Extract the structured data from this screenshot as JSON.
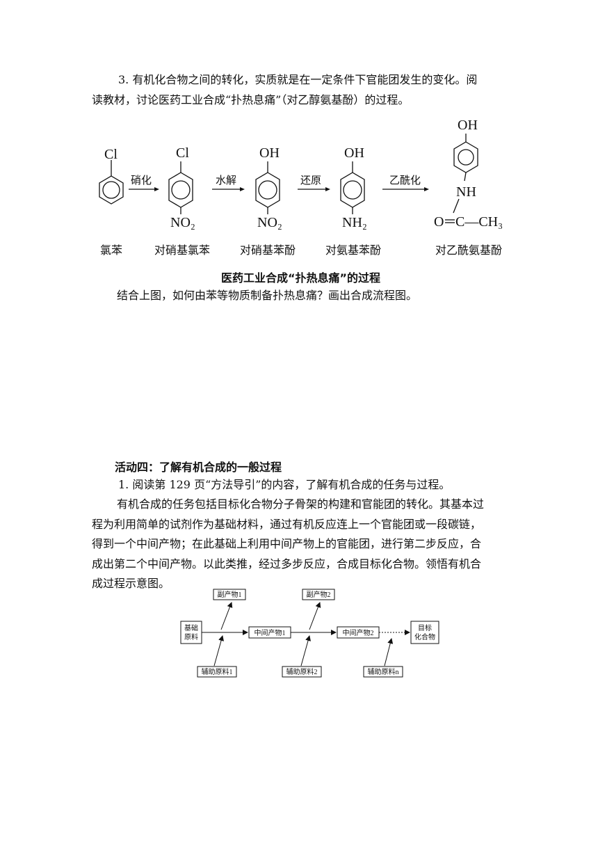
{
  "section3": {
    "line1": "3. 有机化合物之间的转化，实质就是在一定条件下官能团发生的变化。阅",
    "line2": "读教材，讨论医药工业合成“扑热息痛”（对乙醇氨基酚）的过程。"
  },
  "scheme": {
    "cl": "Cl",
    "oh": "OH",
    "no2": "NO₂",
    "nh2": "NH₂",
    "nh": "NH",
    "o": "O",
    "ch3": "C—CH₃",
    "step1": "硝化",
    "step2": "水解",
    "step3": "还原",
    "step4": "乙酰化",
    "names": [
      "氯苯",
      "对硝基氯苯",
      "对硝基苯酚",
      "对氨基苯酚",
      "对乙酰氨基酚"
    ],
    "caption": "医药工业合成“扑热息痛”的过程"
  },
  "question": "结合上图，如何由苯等物质制备扑热息痛？画出合成流程图。",
  "activity4": {
    "heading": "活动四：了解有机合成的一般过程",
    "item1": "1. 阅读第 129 页“方法导引”的内容，了解有机合成的任务与过程。",
    "para_lines": [
      "有机合成的任务包括目标化合物分子骨架的构建和官能团的转化。其基本过",
      "程为利用简单的试剂作为基础材料，通过有机反应连上一个官能团或一段碳链，",
      "得到一个中间产物；在此基础上利用中间产物上的官能团，进行第二步反应，合",
      "成出第二个中间产物。以此类推，经过多步反应，合成目标化合物。领悟有机合",
      "成过程示意图。"
    ]
  },
  "flow": {
    "base_line1": "基础",
    "base_line2": "原料",
    "mid1": "中间产物1",
    "mid2": "中间产物2",
    "target_line1": "目标",
    "target_line2": "化合物",
    "by1": "副产物1",
    "by2": "副产物2",
    "aux1": "辅助原料1",
    "aux2": "辅助原料2",
    "auxn": "辅助原料n"
  }
}
